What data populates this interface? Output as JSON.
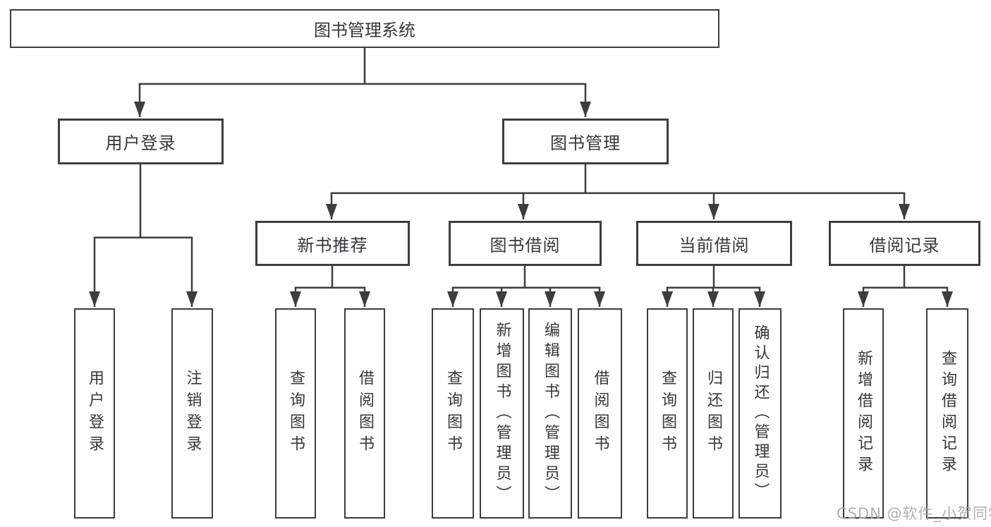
{
  "diagram_title": "图书管理系统",
  "tree": {
    "root": {
      "label": "图书管理系统"
    },
    "branches": [
      {
        "label": "用户登录",
        "children": [
          {
            "label": "用户登录"
          },
          {
            "label": "注销登录"
          }
        ]
      },
      {
        "label": "图书管理",
        "children": [
          {
            "label": "新书推荐",
            "children": [
              {
                "label": "查询图书"
              },
              {
                "label": "借阅图书"
              }
            ]
          },
          {
            "label": "图书借阅",
            "children": [
              {
                "label": "查询图书"
              },
              {
                "label": "新增图书（管理员）"
              },
              {
                "label": "编辑图书（管理员）"
              },
              {
                "label": "借阅图书"
              }
            ]
          },
          {
            "label": "当前借阅",
            "children": [
              {
                "label": "查询图书"
              },
              {
                "label": "归还图书"
              },
              {
                "label": "确认归还（管理员）"
              }
            ]
          },
          {
            "label": "借阅记录",
            "children": [
              {
                "label": "新增借阅记录"
              },
              {
                "label": "查询借阅记录"
              }
            ]
          }
        ]
      }
    ]
  },
  "watermark": {
    "text": "CSDN @软件_小贺同学"
  },
  "colors": {
    "line": "#3d3d3d",
    "box_border": "#3d3d3d",
    "text": "#37373b",
    "watermark": "#a7a7aa",
    "background": "#ffffff"
  }
}
